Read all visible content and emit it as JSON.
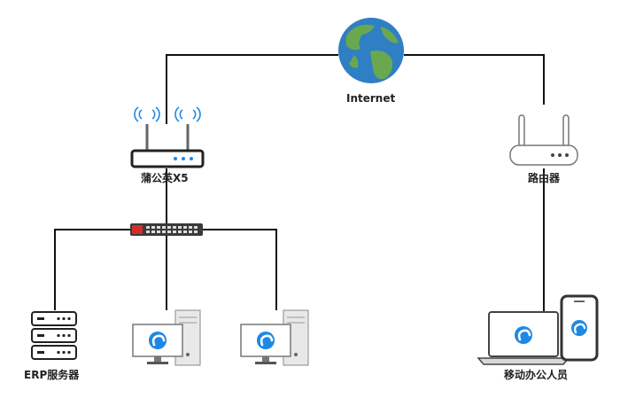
{
  "nodes": {
    "internet": {
      "label": "Internet",
      "icon": "globe-icon"
    },
    "pugongying": {
      "label": "蒲公英X5",
      "icon": "wireless-router-icon"
    },
    "router": {
      "label": "路由器",
      "icon": "router-icon"
    },
    "switch": {
      "label": "",
      "icon": "network-switch-icon"
    },
    "erp": {
      "label": "ERP服务器",
      "icon": "server-rack-icon"
    },
    "pc1": {
      "label": "",
      "icon": "desktop-pc-icon"
    },
    "pc2": {
      "label": "",
      "icon": "desktop-pc-icon"
    },
    "mobile": {
      "label": "移动办公人员",
      "icon": "laptop-phone-icon"
    }
  },
  "colors": {
    "line": "#111111",
    "ocean": "#2f7fc4",
    "land": "#6aa84f",
    "device_gray": "#e8e8e8",
    "screen_blue": "#1e88e5",
    "switch_body": "#3a3a3a",
    "switch_red": "#d12d2d"
  }
}
